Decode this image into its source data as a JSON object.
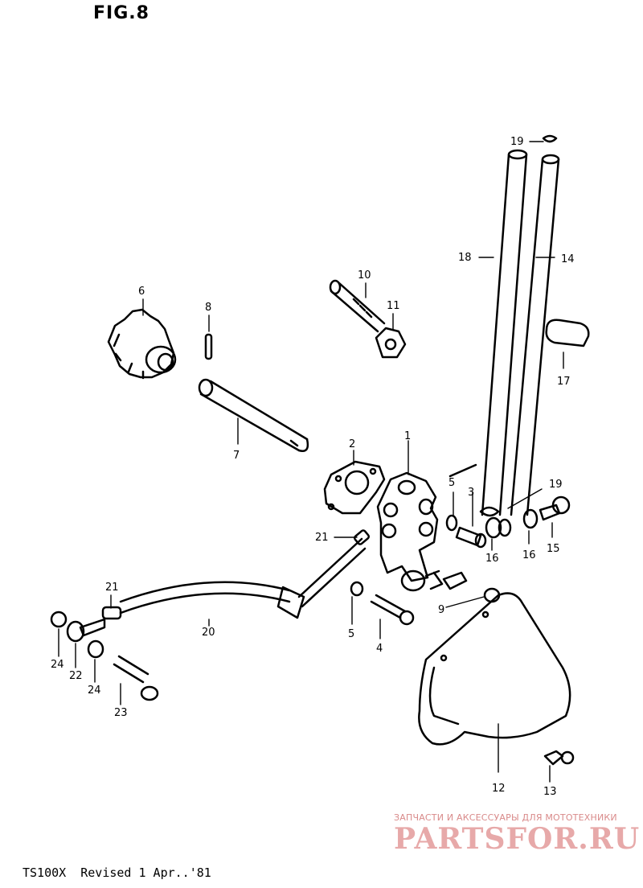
{
  "figure": {
    "title": "FIG.8"
  },
  "footer": {
    "text": "TS100X  Revised 1 Apr..'81"
  },
  "watermark": {
    "tagline": "ЗАПЧАСТИ И АКСЕССУАРЫ ДЛЯ МОТОТЕХНИКИ",
    "logo": "PARTSFOR.RU"
  },
  "callouts": {
    "c1": "1",
    "c2": "2",
    "c3": "3",
    "c4": "4",
    "c5a": "5",
    "c5b": "5",
    "c6": "6",
    "c7": "7",
    "c8": "8",
    "c9": "9",
    "c10": "10",
    "c11": "11",
    "c12": "12",
    "c13": "13",
    "c14": "14",
    "c15": "15",
    "c16a": "16",
    "c16b": "16",
    "c17": "17",
    "c18": "18",
    "c19a": "19",
    "c19b": "19",
    "c20": "20",
    "c21a": "21",
    "c21b": "21",
    "c22": "22",
    "c23": "23",
    "c24a": "24",
    "c24b": "24"
  }
}
